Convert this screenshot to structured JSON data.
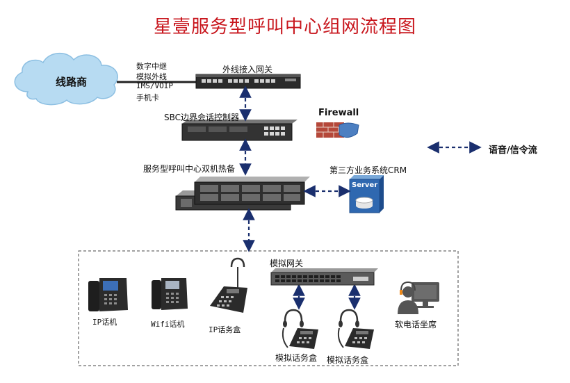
{
  "title": "星壹服务型呼叫中心组网流程图",
  "carrier": {
    "label": "线路商"
  },
  "trunk_types": [
    "数字中继",
    "模拟外线",
    "IMS/VOIP",
    "手机卡"
  ],
  "gateway": {
    "label": "外线接入网关"
  },
  "sbc": {
    "label": "SBC边界会话控制器"
  },
  "firewall": {
    "label": "Firewall"
  },
  "servers": {
    "label": "服务型呼叫中心双机热备"
  },
  "crm": {
    "label": "第三方业务系统CRM",
    "server_text": "Server"
  },
  "legend": {
    "label": "语音/信令流"
  },
  "analog_gateway": {
    "label": "模拟网关"
  },
  "terminals": {
    "ip_phone": "IP话机",
    "wifi_phone": "Wifi话机",
    "ip_box": "IP话务盒",
    "analog_box_1": "模拟话务盒",
    "analog_box_2": "模拟话务盒",
    "softphone": "软电话坐席"
  }
}
